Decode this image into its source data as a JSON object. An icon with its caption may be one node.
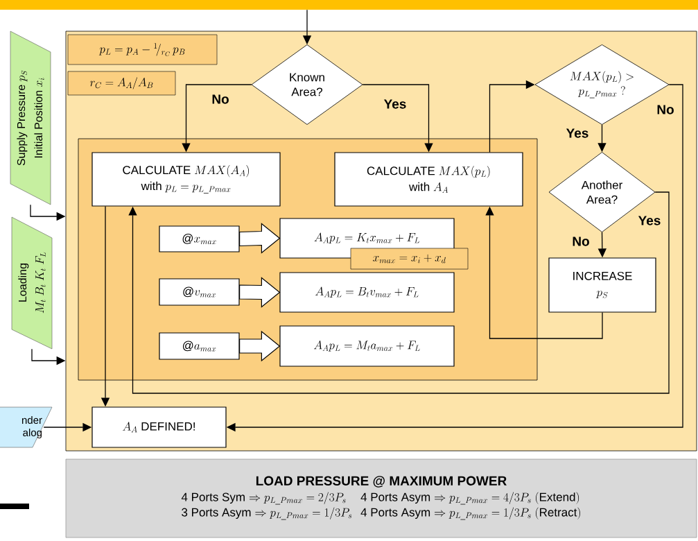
{
  "diagram": {
    "nodes": [
      {
        "text": [],
        "shape": "box"
      },
      {
        "text": [
          "p_L = p_A - {}^1\\!/_{r_C}\\, p_B"
        ],
        "in": 0
      },
      {
        "text": [
          "r_C = A_A/A_B"
        ],
        "in": 0
      },
      {
        "text": [
          "Known Area?"
        ],
        "in": 0
      },
      {
        "text": [
          "MAX(p_L) > p_{L\\_Pmax}\\ ?"
        ],
        "in": 0
      },
      {
        "text": [],
        "shape": "box",
        "in": 0
      },
      {
        "text": [
          "\\text{CALCULATE } MAX(A_A)",
          "\\mathrm{with}\\ p_L = p_{L\\_Pmax}"
        ],
        "in": 5
      },
      {
        "text": [
          "\\text{CALCULATE } MAX(p_L)",
          "\\mathrm{with}\\ A_A"
        ],
        "in": 5
      },
      {
        "text": [
          "@x_{max}"
        ],
        "in": 5
      },
      {
        "text": [
          "A_A p_L = K_t x_{max} + F_L"
        ],
        "in": 5
      },
      {
        "text": [
          "x_{max} = x_i + x_d"
        ],
        "in": 5
      },
      {
        "text": [
          "@v_{max}"
        ],
        "in": 5
      },
      {
        "text": [
          "A_A p_L = B_t v_{max} + F_L"
        ],
        "in": 5
      },
      {
        "text": [
          "@a_{max}"
        ],
        "in": 5
      },
      {
        "text": [
          "A_A p_L = M_t a_{max} + F_L"
        ],
        "in": 5
      },
      {
        "text": [
          "Another Area?"
        ],
        "in": 0
      },
      {
        "text": [
          "INCREASE",
          "p_S"
        ],
        "in": 0
      },
      {
        "text": [
          "A_A\\ \\text{DEFINED!}"
        ],
        "in": 0
      },
      {
        "text": [
          "\\text{Supply Pressure } p_S",
          "\\text{Initial Position } x_i"
        ]
      },
      {
        "text": [
          "Loading",
          "M_t\\ B_t\\ K_t\\ F_L"
        ]
      },
      {
        "text": [
          "nder alog"
        ]
      },
      {
        "text": [],
        "shape": "bar"
      },
      {
        "text": [
          "LOAD PRESSURE @ MAXIMUM POWER",
          "\\mathrm{4\\ Ports\\ Sym} \\Rightarrow p_{L\\_Pmax} = 2/3P_s",
          "\\mathrm{4\\ Ports\\ Asym} \\Rightarrow p_{L\\_Pmax} = 4/3P_s\\ \\mathrm{(Extend)}",
          "\\mathrm{3\\ Ports\\ Asym} \\Rightarrow p_{L\\_Pmax} = 1/3P_s",
          "\\mathrm{4\\ Ports\\ Asym} \\Rightarrow p_{L\\_Pmax} = 1/3P_s\\ \\mathrm{(Retract)}"
        ]
      }
    ],
    "edges": [
      {
        "from": 21,
        "to": 3,
        "arrow": "to"
      },
      {
        "from": 3,
        "to": 6,
        "arrow": "to",
        "label": "No"
      },
      {
        "from": 3,
        "to": 7,
        "arrow": "to",
        "label": "Yes"
      },
      {
        "from": 7,
        "to": 4,
        "arrow": "to"
      },
      {
        "from": 4,
        "to": 15,
        "arrow": "to",
        "label": "Yes"
      },
      {
        "from": 4,
        "to": 17,
        "arrow": "to",
        "label": "No"
      },
      {
        "from": 15,
        "to": 16,
        "arrow": "to",
        "label": "No"
      },
      {
        "from": 15,
        "to": 6,
        "arrow": "to",
        "label": "Yes"
      },
      {
        "from": 16,
        "to": 7,
        "arrow": "to"
      },
      {
        "from": 6,
        "to": 17,
        "arrow": "to"
      },
      {
        "from": 8,
        "to": 9,
        "arrow": "to",
        "style": "thick"
      },
      {
        "from": 11,
        "to": 12,
        "arrow": "to",
        "style": "thick"
      },
      {
        "from": 13,
        "to": 14,
        "arrow": "to",
        "style": "thick"
      },
      {
        "from": 18,
        "to": 0,
        "arrow": "to"
      },
      {
        "from": 19,
        "to": 0,
        "arrow": "to"
      },
      {
        "from": 20,
        "to": 17,
        "arrow": "to"
      }
    ]
  }
}
